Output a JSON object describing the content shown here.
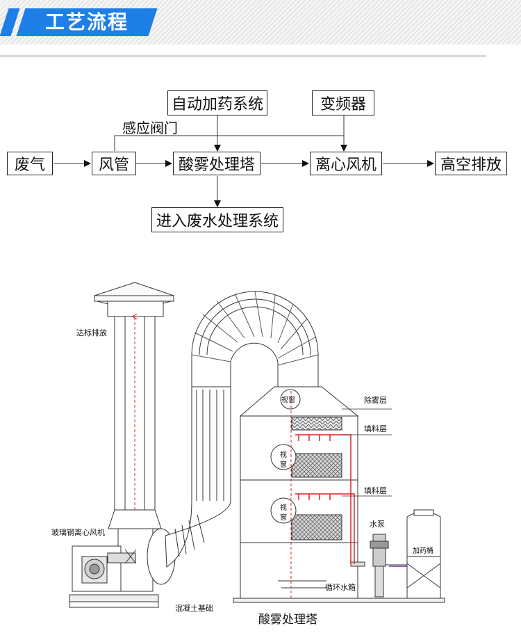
{
  "header": {
    "title": "工艺流程"
  },
  "flow": {
    "nodes": {
      "exhaust": "废气",
      "duct": "风管",
      "tower": "酸雾处理塔",
      "fan": "离心风机",
      "stack": "高空排放",
      "dosing": "自动加药系统",
      "inverter": "变频器",
      "wastewater": "进入废水处理系统"
    },
    "edge_label": "感应阀门"
  },
  "equipment": {
    "labels": {
      "discharge": "达标排放",
      "fan": "玻璃钢离心风机",
      "foundation": "混凝土基础",
      "tower": "酸雾处理塔",
      "demister": "除雾层",
      "packing_upper": "填料层",
      "packing_lower": "填料层",
      "pump": "水泵",
      "dosing_tank": "加药桶",
      "water_tank": "循环水箱"
    },
    "windows": [
      "视窗",
      "视",
      "窗",
      "视",
      "窗"
    ]
  }
}
